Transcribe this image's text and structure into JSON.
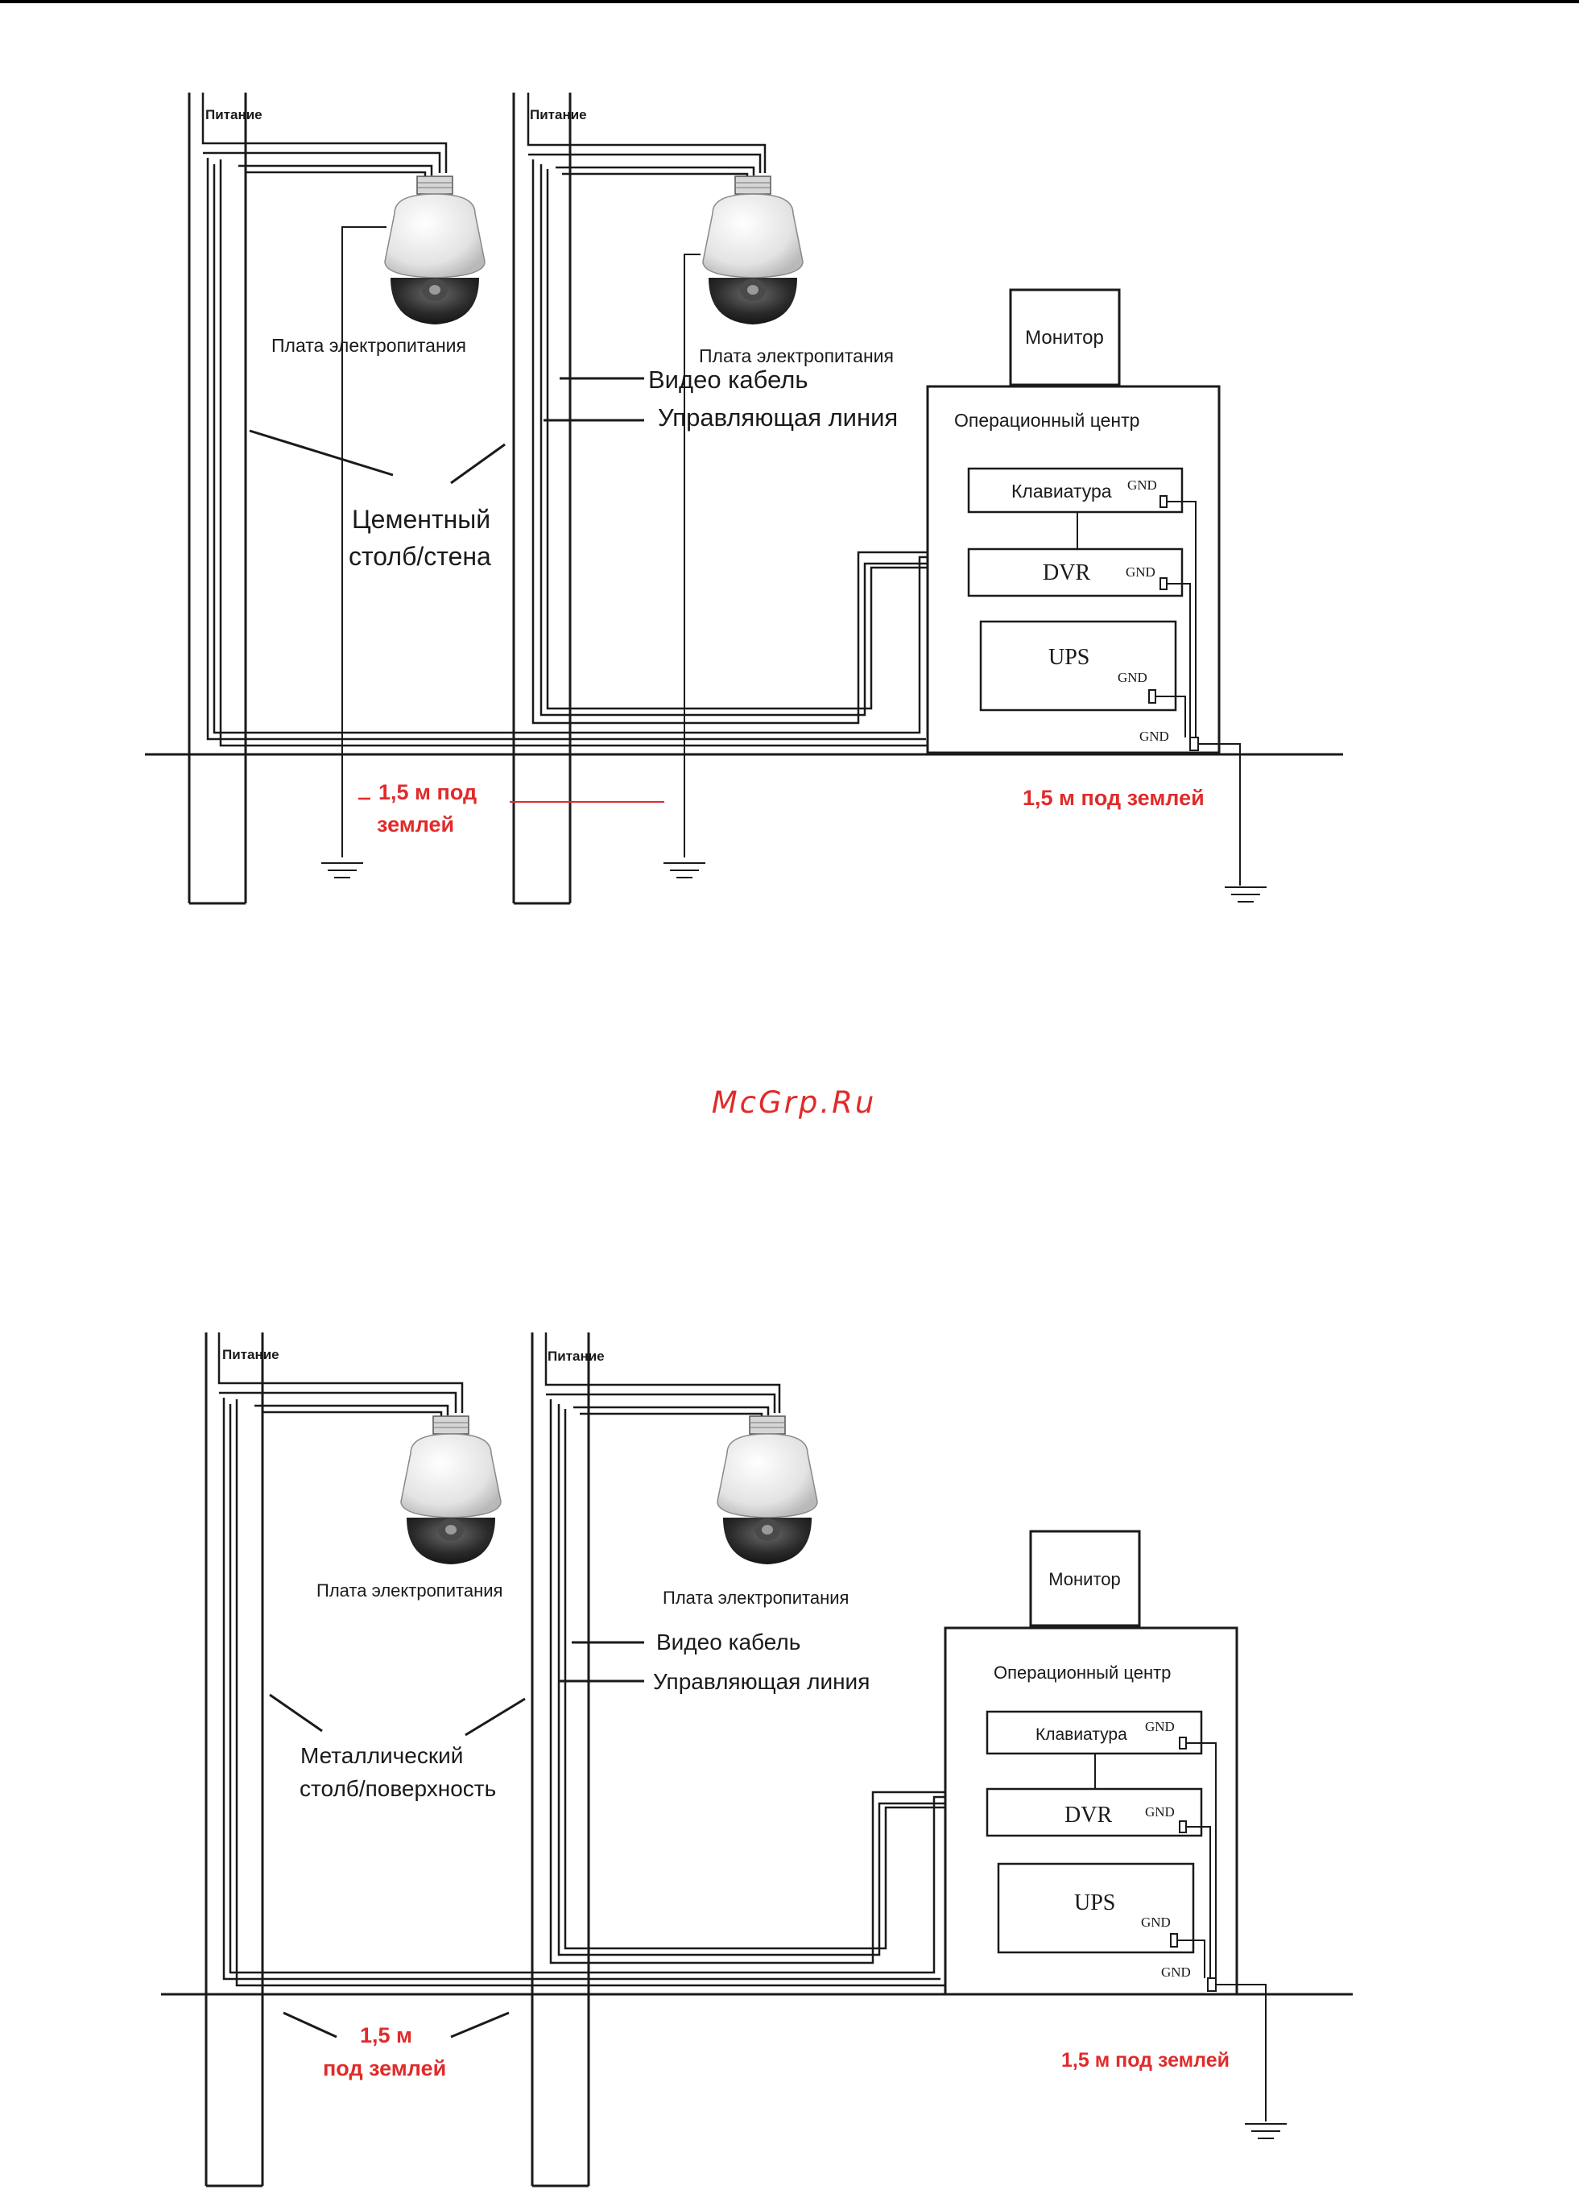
{
  "diagram1": {
    "power_label_left": "Питание",
    "power_label_right": "Питание",
    "power_board_left": "Плата электропитания",
    "power_board_right": "Плата электропитания",
    "video_cable": "Видео кабель",
    "control_line": "Управляющая линия",
    "pole_label_line1": "Цементный",
    "pole_label_line2": "столб/стена",
    "monitor": "Монитор",
    "ops_center": "Операционный центр",
    "keyboard": "Клавиатура",
    "dvr": "DVR",
    "ups": "UPS",
    "gnd": "GND",
    "depth_left_line1": "1,5 м под",
    "depth_left_line2": "землей",
    "depth_right": "1,5 м под землей"
  },
  "watermark": "McGrp.Ru",
  "diagram2": {
    "power_label_left": "Питание",
    "power_label_right": "Питание",
    "power_board_left": "Плата электропитания",
    "power_board_right": "Плата электропитания",
    "video_cable": "Видео кабель",
    "control_line": "Управляющая линия",
    "pole_label_line1": "Металлический",
    "pole_label_line2": "столб/поверхность",
    "monitor": "Монитор",
    "ops_center": "Операционный центр",
    "keyboard": "Клавиатура",
    "dvr": "DVR",
    "ups": "UPS",
    "gnd": "GND",
    "depth_left_line1": "1,5 м",
    "depth_left_line2": "под землей",
    "depth_right": "1,5 м под землей"
  },
  "colors": {
    "line": "#1a1a1a",
    "accent_red": "#e02b2b",
    "camera_body": "#e6e6e6",
    "camera_dome": "#222222"
  }
}
